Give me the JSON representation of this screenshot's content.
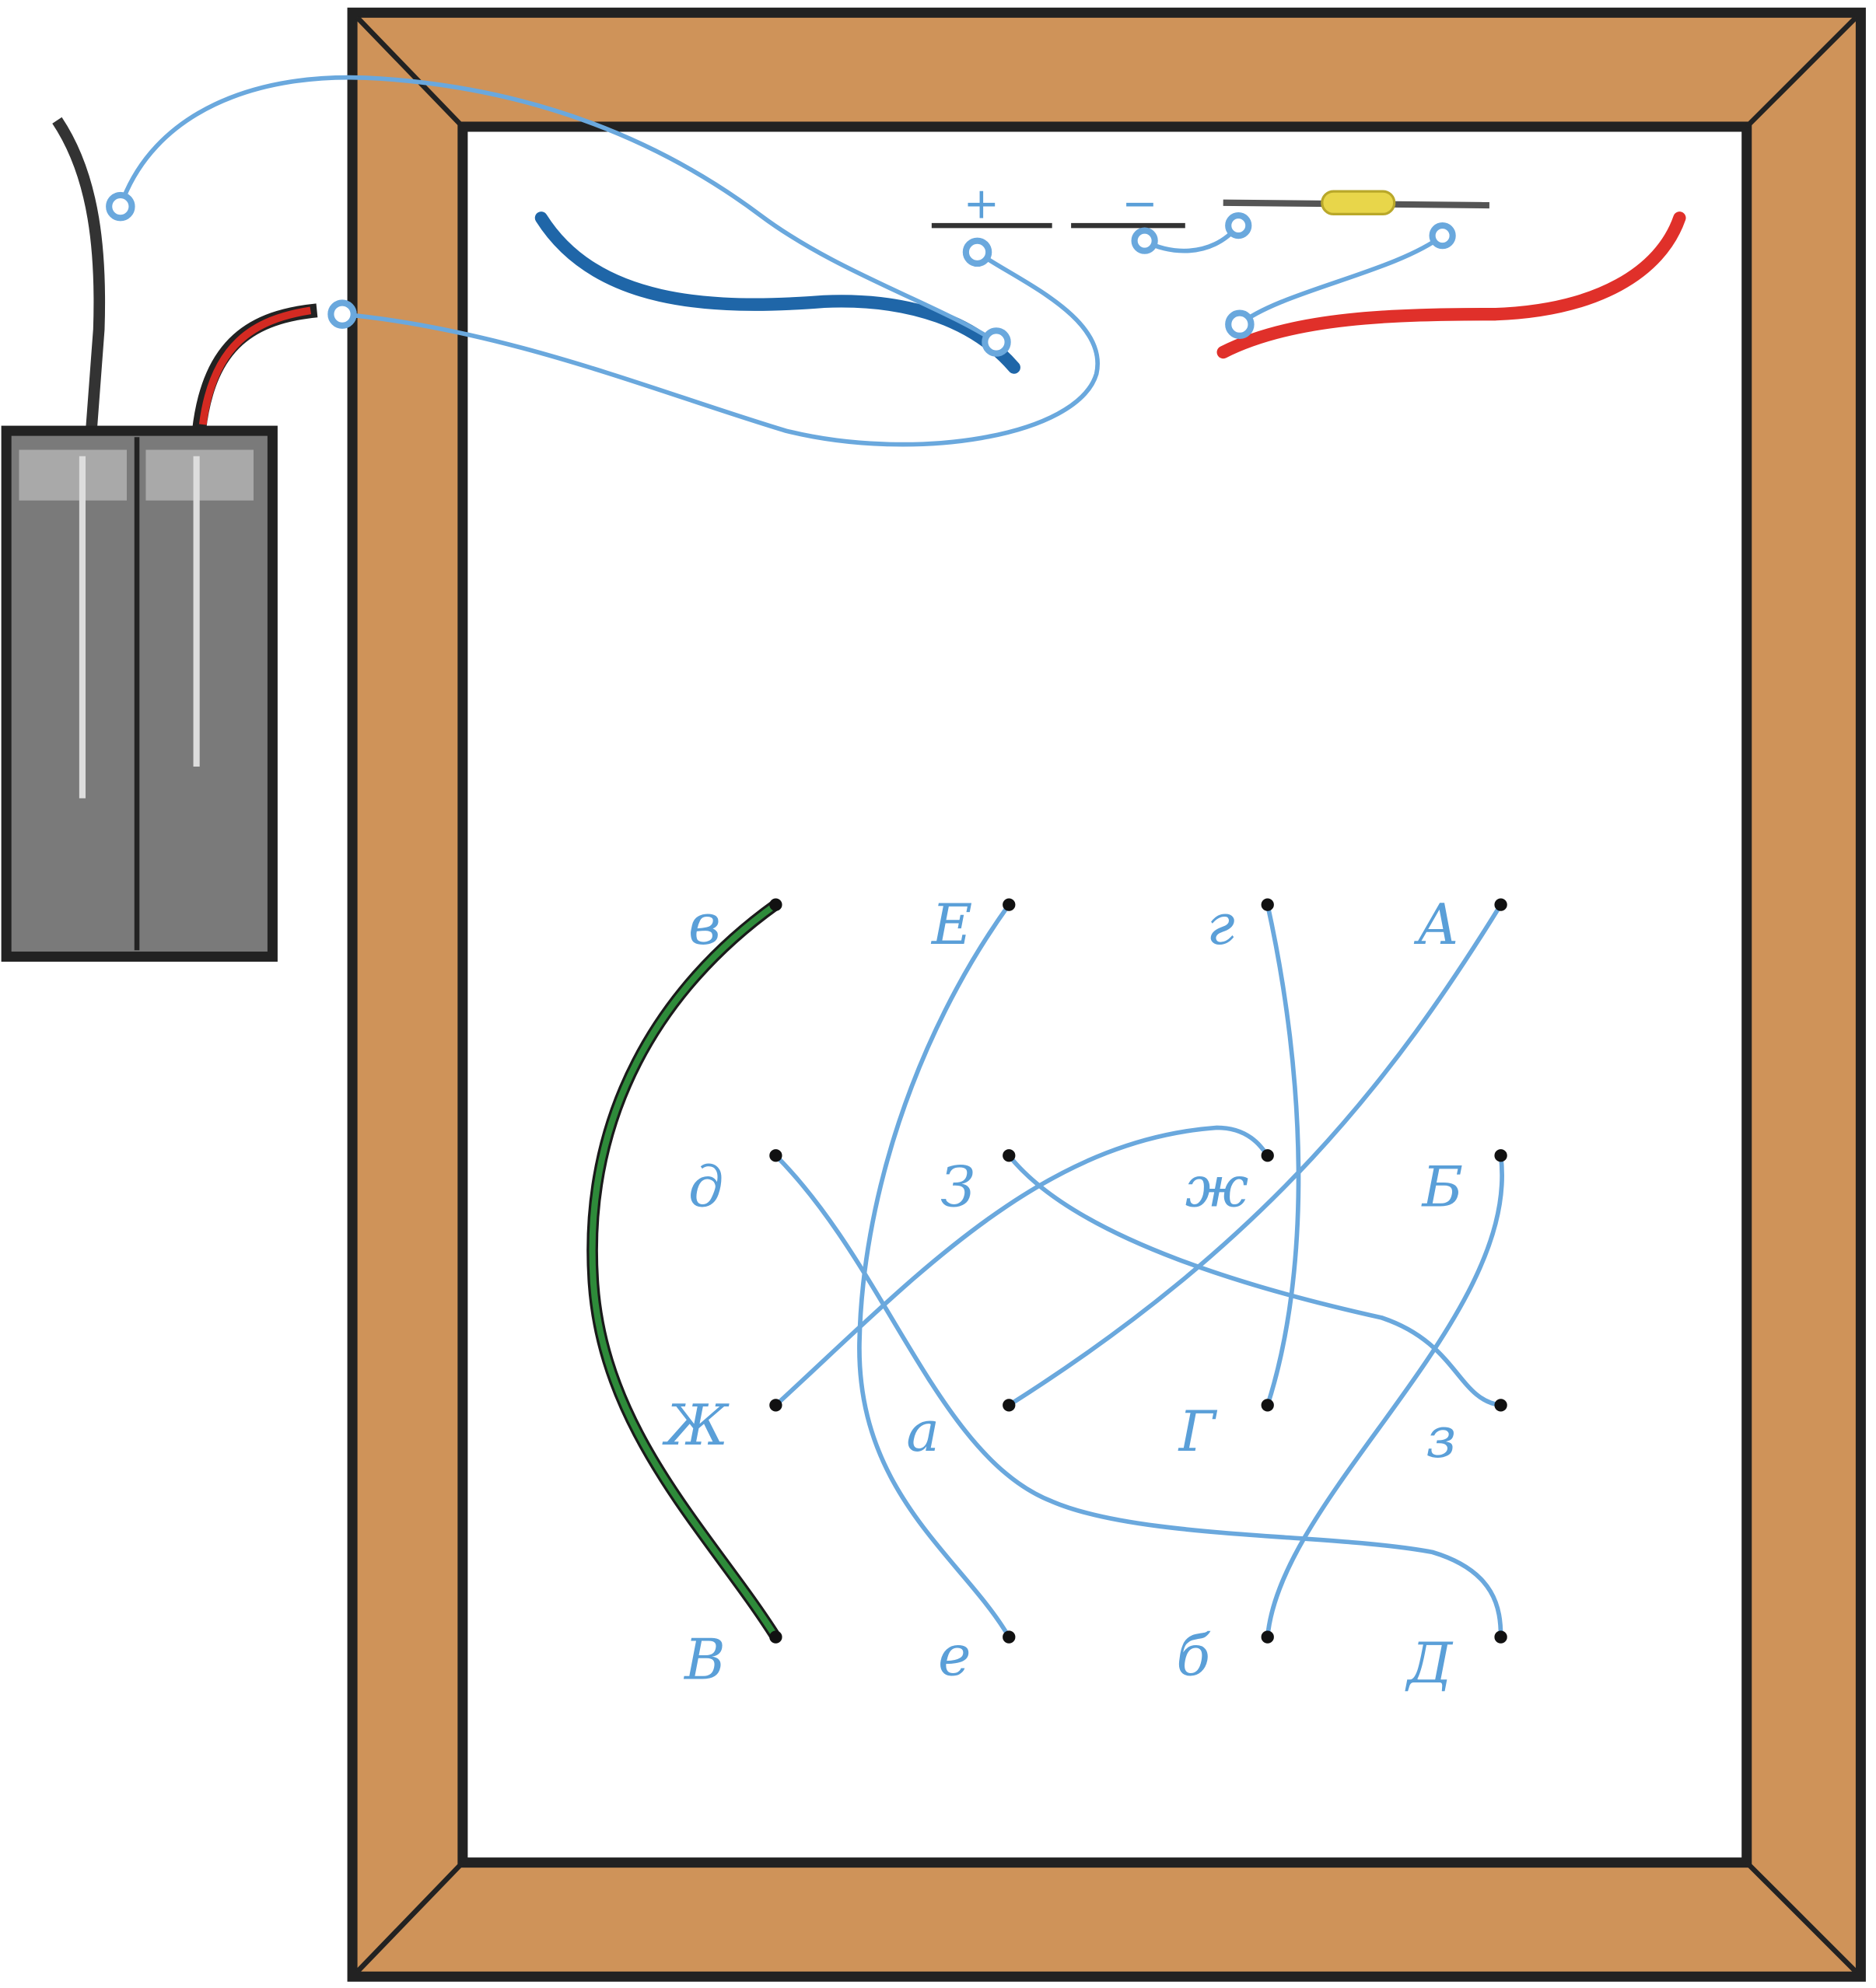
{
  "power_panel": {
    "plus_label": "+",
    "minus_label": "−"
  },
  "grid_labels": {
    "r1": [
      "в",
      "Е",
      "г",
      "А"
    ],
    "r2": [
      "д",
      "З",
      "ж",
      "Б"
    ],
    "r3": [
      "Ж",
      "а",
      "Г",
      "з"
    ],
    "r4": [
      "В",
      "е",
      "б",
      "Д"
    ]
  },
  "colors": {
    "frame": "#cf9359",
    "wire_blue": "#6aa8dd",
    "wire_green": "#2e8b3a",
    "strip_blue": "#1f66a8",
    "strip_red": "#e0302a",
    "battery": "#7a7a7a"
  }
}
